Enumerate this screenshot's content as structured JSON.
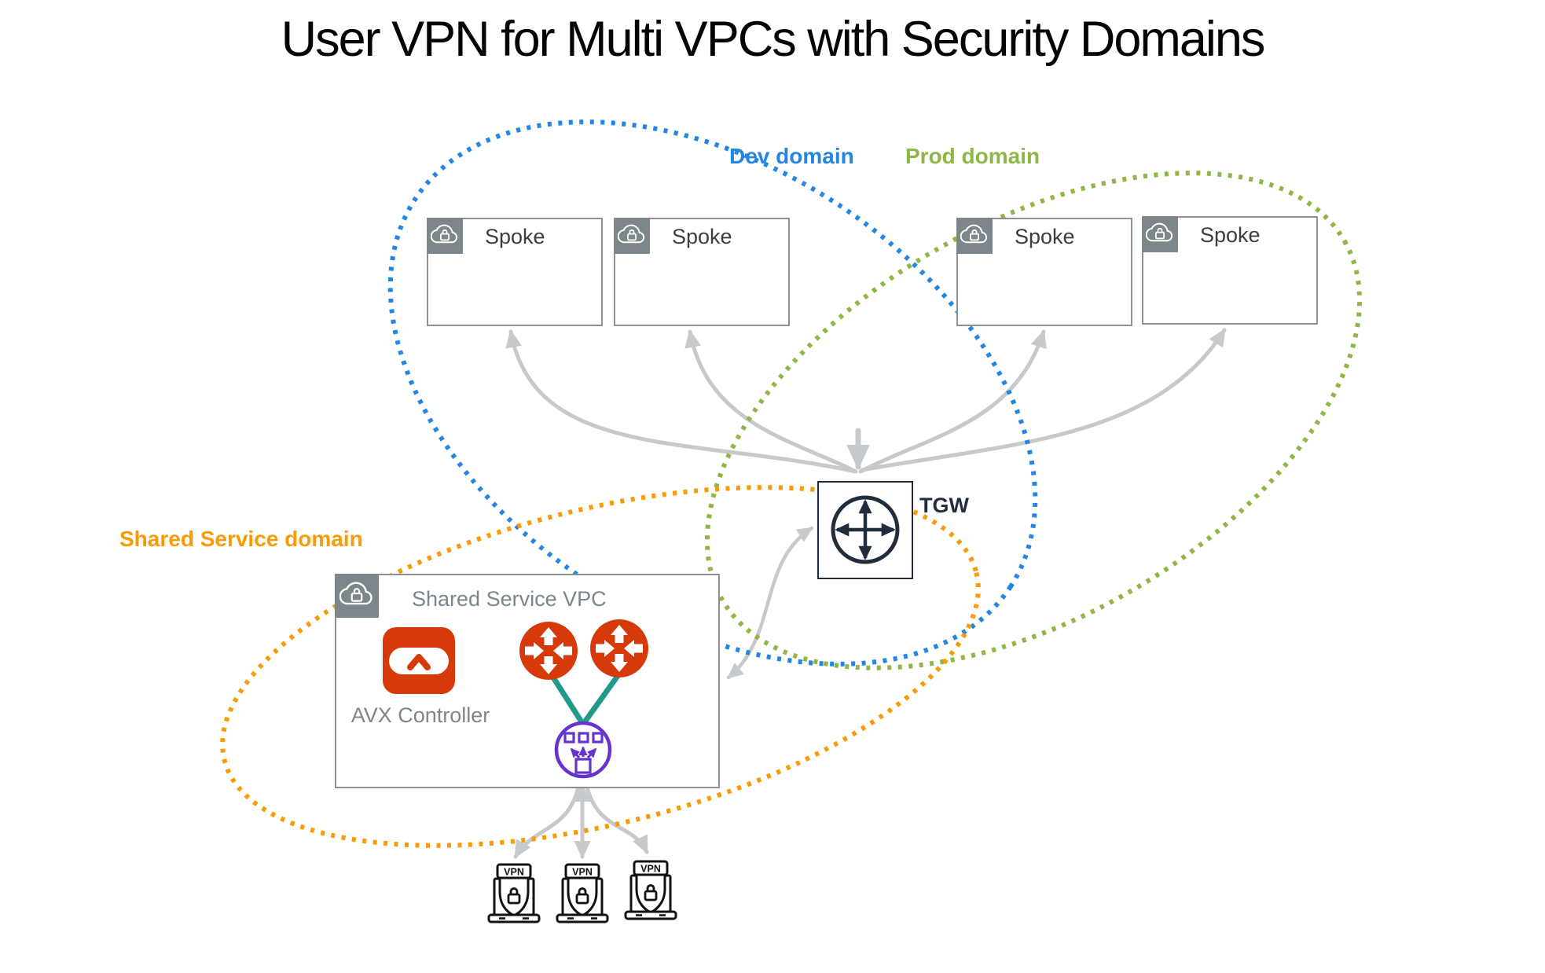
{
  "title": "User VPN for Multi VPCs with Security Domains",
  "domains": {
    "dev": {
      "label": "Dev domain",
      "color": "#2585e2"
    },
    "prod": {
      "label": "Prod domain",
      "color": "#8eb748"
    },
    "shared": {
      "label": "Shared Service domain",
      "color": "#f89b07"
    }
  },
  "spokes": [
    {
      "label": "Spoke"
    },
    {
      "label": "Spoke"
    },
    {
      "label": "Spoke"
    },
    {
      "label": "Spoke"
    }
  ],
  "tgw": {
    "label": "TGW"
  },
  "shared_vpc": {
    "title": "Shared Service VPC",
    "controller_label": "AVX Controller"
  },
  "vpn_clients": [
    {
      "label": "VPN"
    },
    {
      "label": "VPN"
    },
    {
      "label": "VPN"
    }
  ],
  "icons": {
    "vpc_header": "cloud-lock-icon",
    "tgw": "transit-gateway-icon",
    "controller": "avx-controller-icon",
    "gateway": "aviatrix-gateway-icon",
    "user_vpn": "vpn-distribution-icon",
    "client": "vpn-laptop-icon"
  },
  "colors": {
    "dev_blue": "#2585e2",
    "prod_green": "#8eb748",
    "shared_orange": "#f89b07",
    "arrow_gray": "#c7cacd",
    "box_border": "#8a9296",
    "header_gray": "#7d868b",
    "aviatrix_red": "#d6390a",
    "teal": "#219a8b",
    "purple": "#6633cc",
    "navy": "#1f2d3d"
  }
}
